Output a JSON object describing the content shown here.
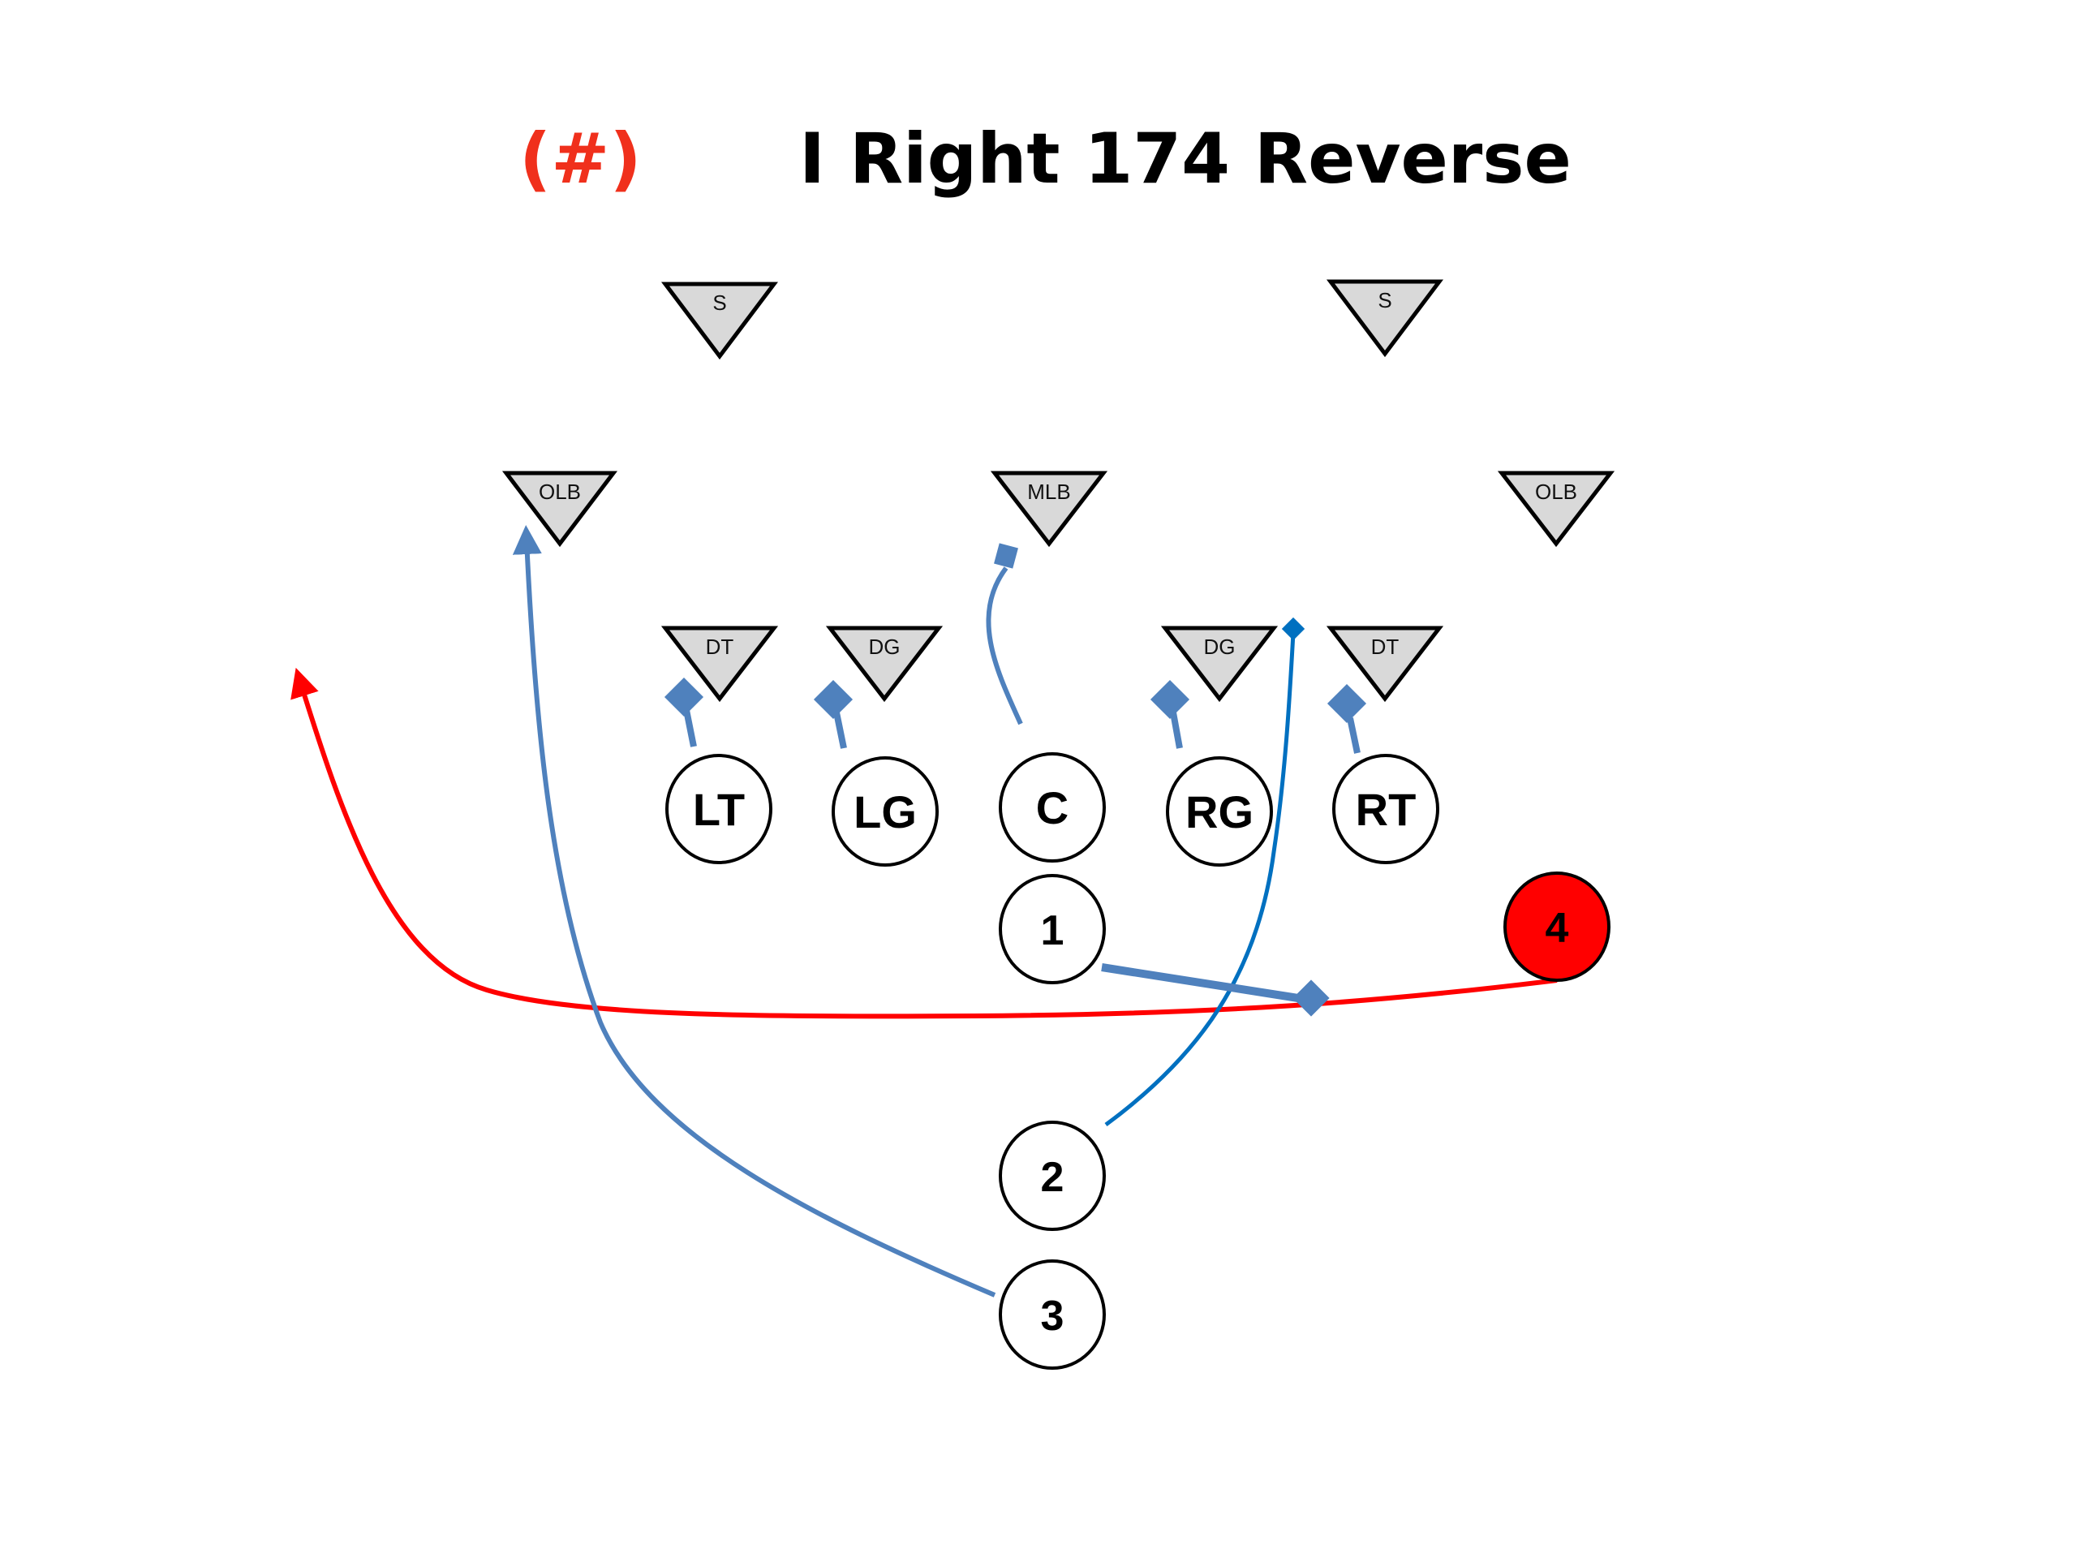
{
  "title": {
    "play_number": "(#)",
    "play_name": "I Right 174 Reverse"
  },
  "colors": {
    "defender_fill": "#d9d9d9",
    "block_route": "#4f81bd",
    "lead_route": "#0070c0",
    "ball_carrier": "#ff0000",
    "play_number": "#f0301c"
  },
  "defense": [
    {
      "id": "s-left",
      "label": "S"
    },
    {
      "id": "s-right",
      "label": "S"
    },
    {
      "id": "olb-left",
      "label": "OLB"
    },
    {
      "id": "mlb",
      "label": "MLB"
    },
    {
      "id": "olb-right",
      "label": "OLB"
    },
    {
      "id": "dt-left",
      "label": "DT"
    },
    {
      "id": "dg-left",
      "label": "DG"
    },
    {
      "id": "dg-right",
      "label": "DG"
    },
    {
      "id": "dt-right",
      "label": "DT"
    }
  ],
  "offense": [
    {
      "id": "lt",
      "label": "LT"
    },
    {
      "id": "lg",
      "label": "LG"
    },
    {
      "id": "c",
      "label": "C"
    },
    {
      "id": "rg",
      "label": "RG"
    },
    {
      "id": "rt",
      "label": "RT"
    },
    {
      "id": "back-1",
      "label": "1"
    },
    {
      "id": "back-2",
      "label": "2"
    },
    {
      "id": "back-3",
      "label": "3"
    },
    {
      "id": "back-4",
      "label": "4",
      "ball_carrier": true
    }
  ],
  "routes": [
    {
      "player": "LT",
      "type": "block",
      "target": "DT"
    },
    {
      "player": "LG",
      "type": "block",
      "target": "DG"
    },
    {
      "player": "C",
      "type": "block",
      "target": "MLB"
    },
    {
      "player": "RG",
      "type": "block",
      "target": "DG"
    },
    {
      "player": "RT",
      "type": "block",
      "target": "DT"
    },
    {
      "player": "1",
      "type": "block",
      "target": "reverse path"
    },
    {
      "player": "2",
      "type": "lead block",
      "target": "between DG and DT"
    },
    {
      "player": "3",
      "type": "route",
      "target": "OLB"
    },
    {
      "player": "4",
      "type": "reverse run",
      "target": "left sideline"
    }
  ]
}
